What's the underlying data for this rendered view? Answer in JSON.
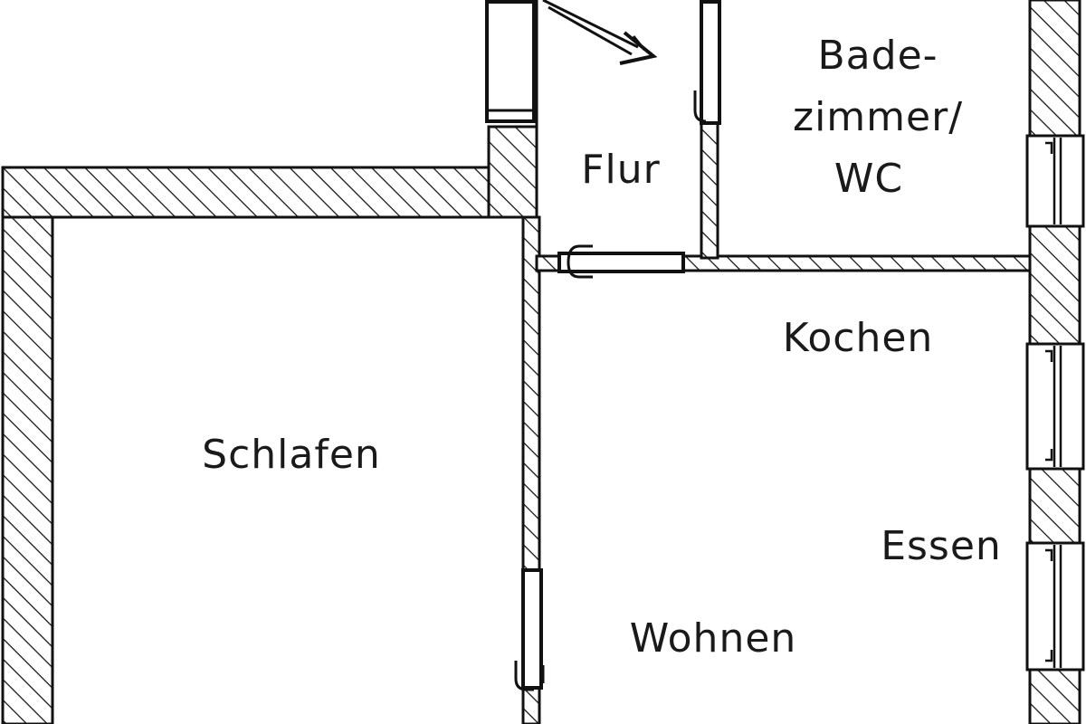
{
  "rooms": {
    "bad": [
      "Bade-",
      "zimmer/",
      "WC"
    ],
    "flur": "Flur",
    "kochen": "Kochen",
    "schlafen": "Schlafen",
    "essen": "Essen",
    "wohnen": "Wohnen"
  },
  "icons": {
    "entrance": "entrance-arrow-icon"
  },
  "colors": {
    "ink": "#111111",
    "paper": "#ffffff"
  }
}
